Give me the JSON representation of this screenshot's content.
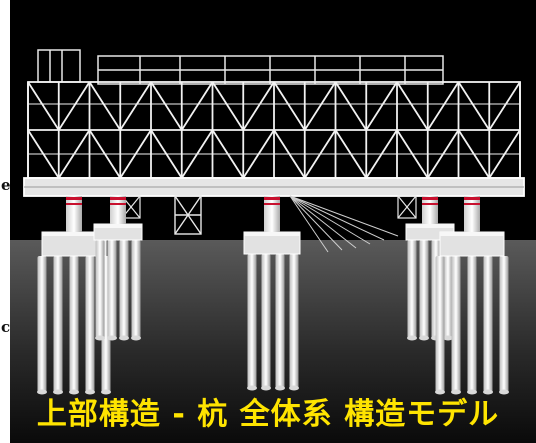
{
  "figure": {
    "caption": "上部構造 - 杭 全体系 構造モデル",
    "side_marks": [
      "e",
      "c"
    ],
    "colors": {
      "background_top": "#000000",
      "ground_gradient_top": "#555555",
      "ground_gradient_bottom": "#0a0a0a",
      "structure": "#f2f2f2",
      "bearing_accent": "#c8102e",
      "caption": "#ffe400"
    }
  }
}
